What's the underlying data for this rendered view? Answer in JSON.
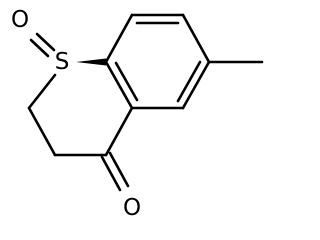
{
  "molecule": {
    "atoms": {
      "S1": "S",
      "O_sulfoxide": "O",
      "O_ketone": "O"
    },
    "colors": {
      "bond": "#000000",
      "text": "#000000",
      "background": "#ffffff"
    }
  }
}
